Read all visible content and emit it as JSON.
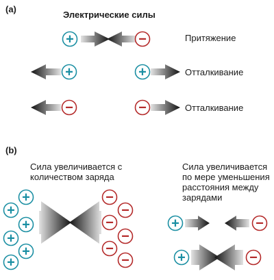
{
  "part_a": {
    "label": "(a)",
    "title": "Электрические силы",
    "rows": [
      {
        "label": "Притяжение",
        "left": "+",
        "right": "−"
      },
      {
        "label": "Отталкивание",
        "left": "+",
        "right": "+"
      },
      {
        "label": "Отталкивание",
        "left": "−",
        "right": "−"
      }
    ]
  },
  "part_b": {
    "label": "(b)",
    "left_caption": "Сила увеличивается с количеством заряда",
    "right_caption": "Сила увеличивается по мере уменьшения расстояния между зарядами"
  },
  "symbols": {
    "positive": "+",
    "negative": "−"
  },
  "colors": {
    "positive": "#1b8fa3",
    "negative": "#b42a2a",
    "arrow_dark": "#111111",
    "arrow_light": "#e3e3e3"
  }
}
